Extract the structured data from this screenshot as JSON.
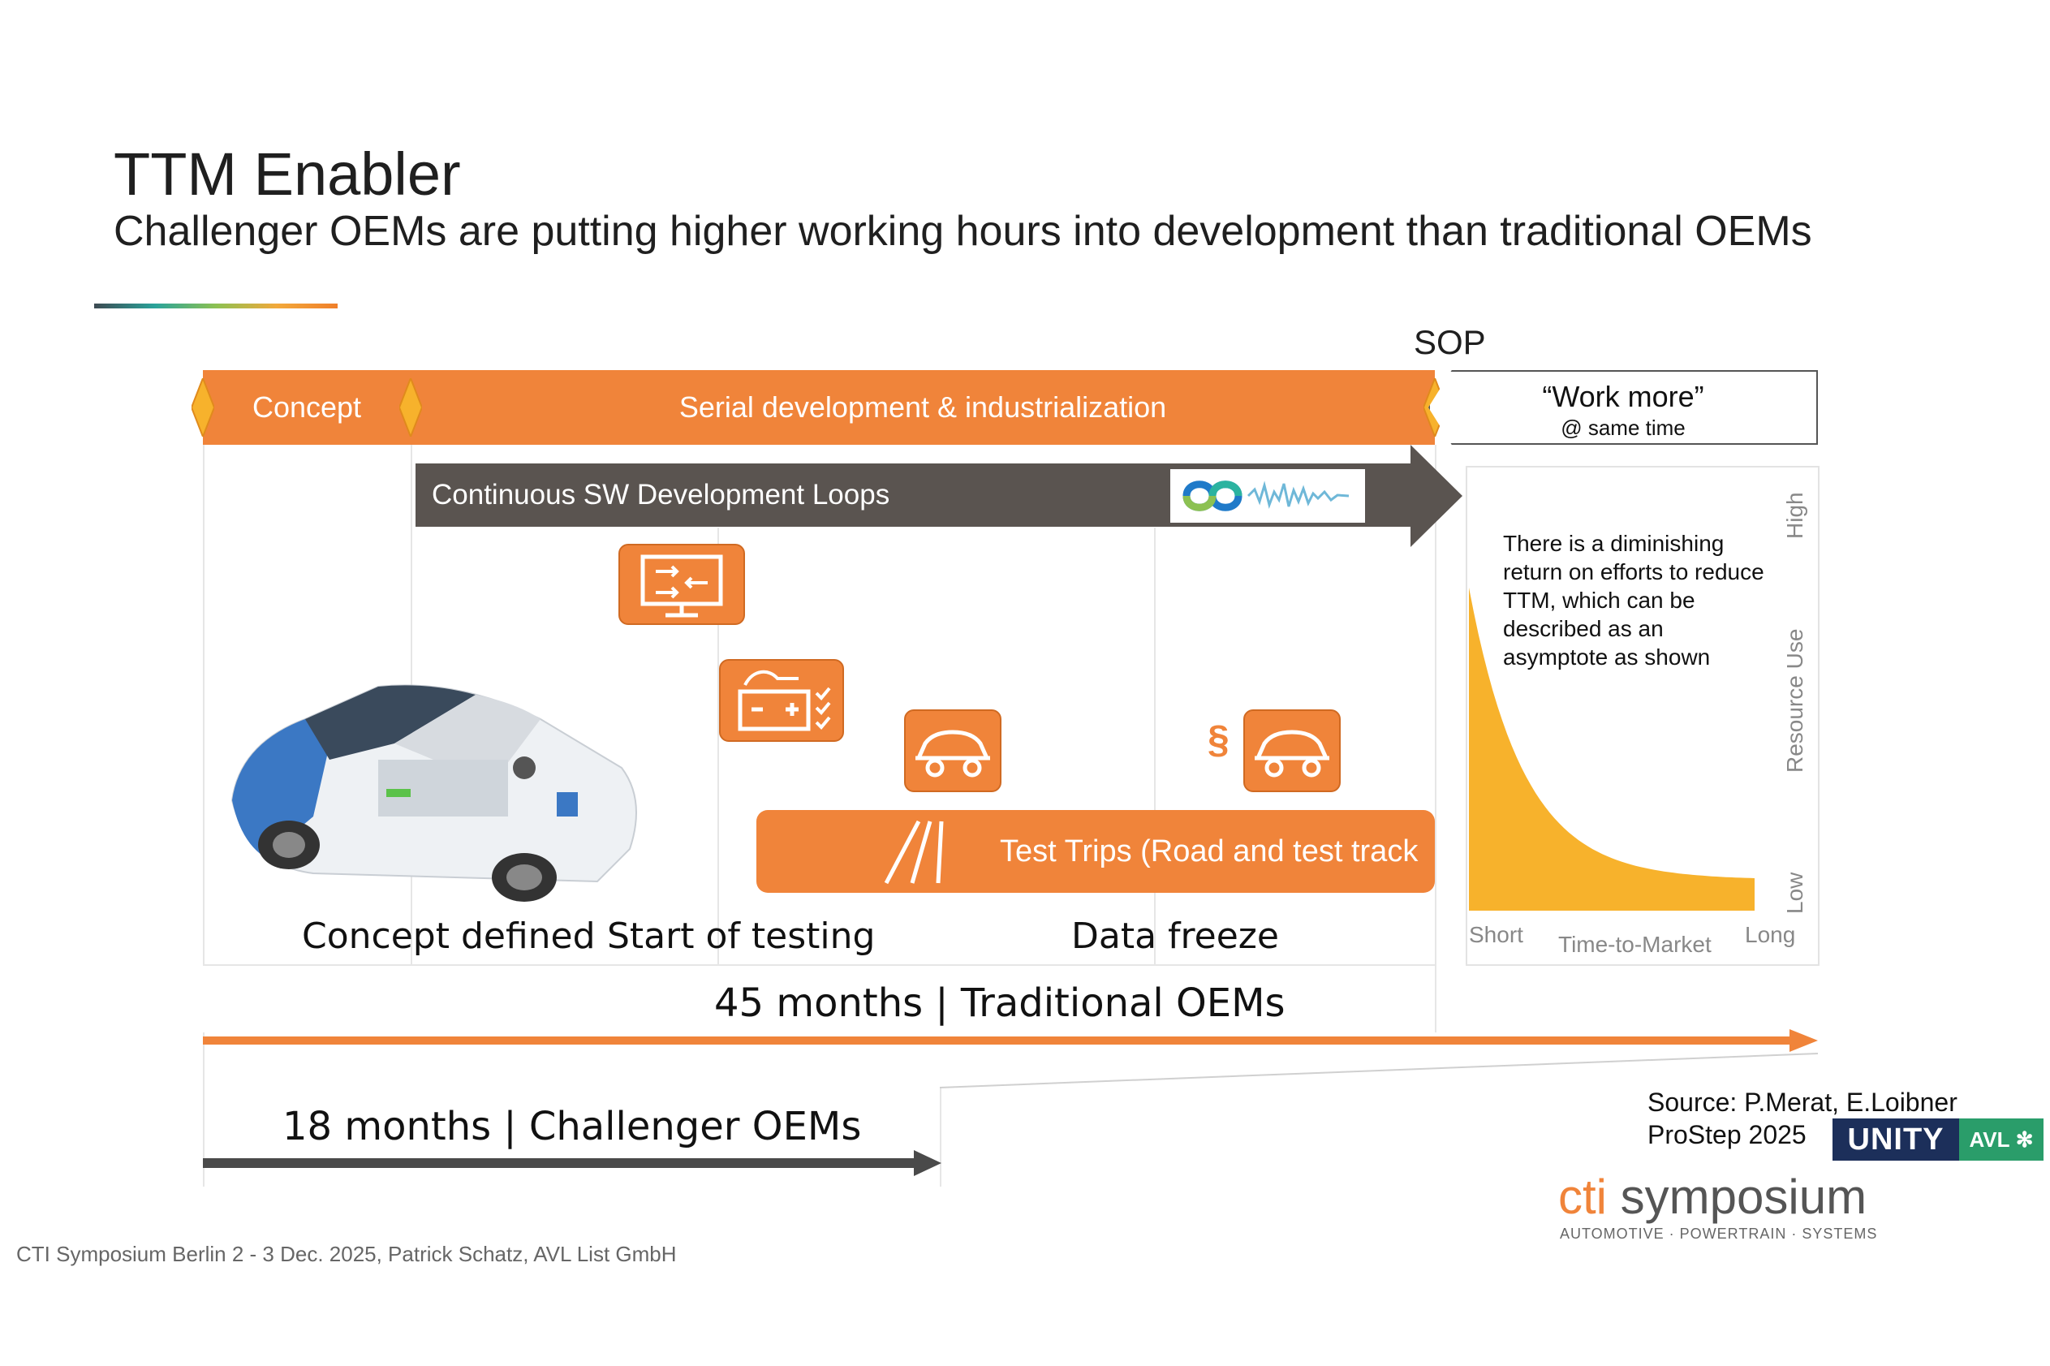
{
  "slide": {
    "title": "TTM Enabler",
    "subtitle": "Challenger OEMs are putting higher working hours into development than traditional OEMs"
  },
  "timeline": {
    "sop_label": "SOP",
    "phase_concept": "Concept",
    "phase_serial": "Serial development & industrialization",
    "work_more_title": "“Work more”",
    "work_more_sub": "@ same time",
    "sw_loops": "Continuous SW Development Loops",
    "test_trips": "Test Trips (Road and test track",
    "paragraph_symbol": "§",
    "milestones": {
      "concept_defined": "Concept defined",
      "start_of_testing": "Start of testing",
      "data_freeze": "Data freeze"
    },
    "traditional": "45 months | Traditional OEMs",
    "challenger": "18 months | Challenger OEMs"
  },
  "chart": {
    "annotation_lines": [
      "There is a diminishing",
      "return on efforts to reduce",
      "TTM, which can be",
      "described as an",
      "asymptote as shown"
    ],
    "y_label": "Resource Use",
    "y_high": "High",
    "y_low": "Low",
    "x_label": "Time-to-Market",
    "x_short": "Short",
    "x_long": "Long",
    "fill_color": "#f7b22c"
  },
  "source": {
    "line1": "Source: P.Merat, E.Loibner",
    "line2": "ProStep 2025"
  },
  "logos": {
    "unity": "UNITY",
    "avl": "AVL",
    "cti_prefix": "cti",
    "cti_main": " symposium",
    "cti_tagline": "AUTOMOTIVE · POWERTRAIN · SYSTEMS"
  },
  "footer": "CTI Symposium Berlin 2 - 3 Dec. 2025, Patrick Schatz, AVL List GmbH",
  "colors": {
    "orange": "#f0843a",
    "dark_arrow": "#5a5450",
    "challenger_arrow": "#4a4a4a",
    "accent_yellow": "#f7b22c"
  }
}
